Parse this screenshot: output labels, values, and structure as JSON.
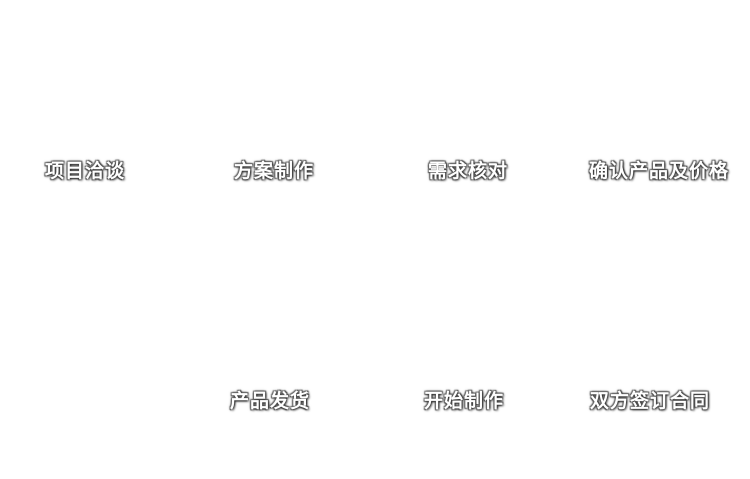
{
  "diagram": {
    "type": "process-flow",
    "top_row": [
      {
        "label": "项目洽谈"
      },
      {
        "label": "方案制作"
      },
      {
        "label": "需求核对"
      },
      {
        "label": "确认产品及价格"
      }
    ],
    "bottom_row": [
      {
        "label": "产品发货"
      },
      {
        "label": "开始制作"
      },
      {
        "label": "双方签订合同"
      }
    ],
    "text_color": "#ffffff",
    "background_color": "#ffffff"
  }
}
